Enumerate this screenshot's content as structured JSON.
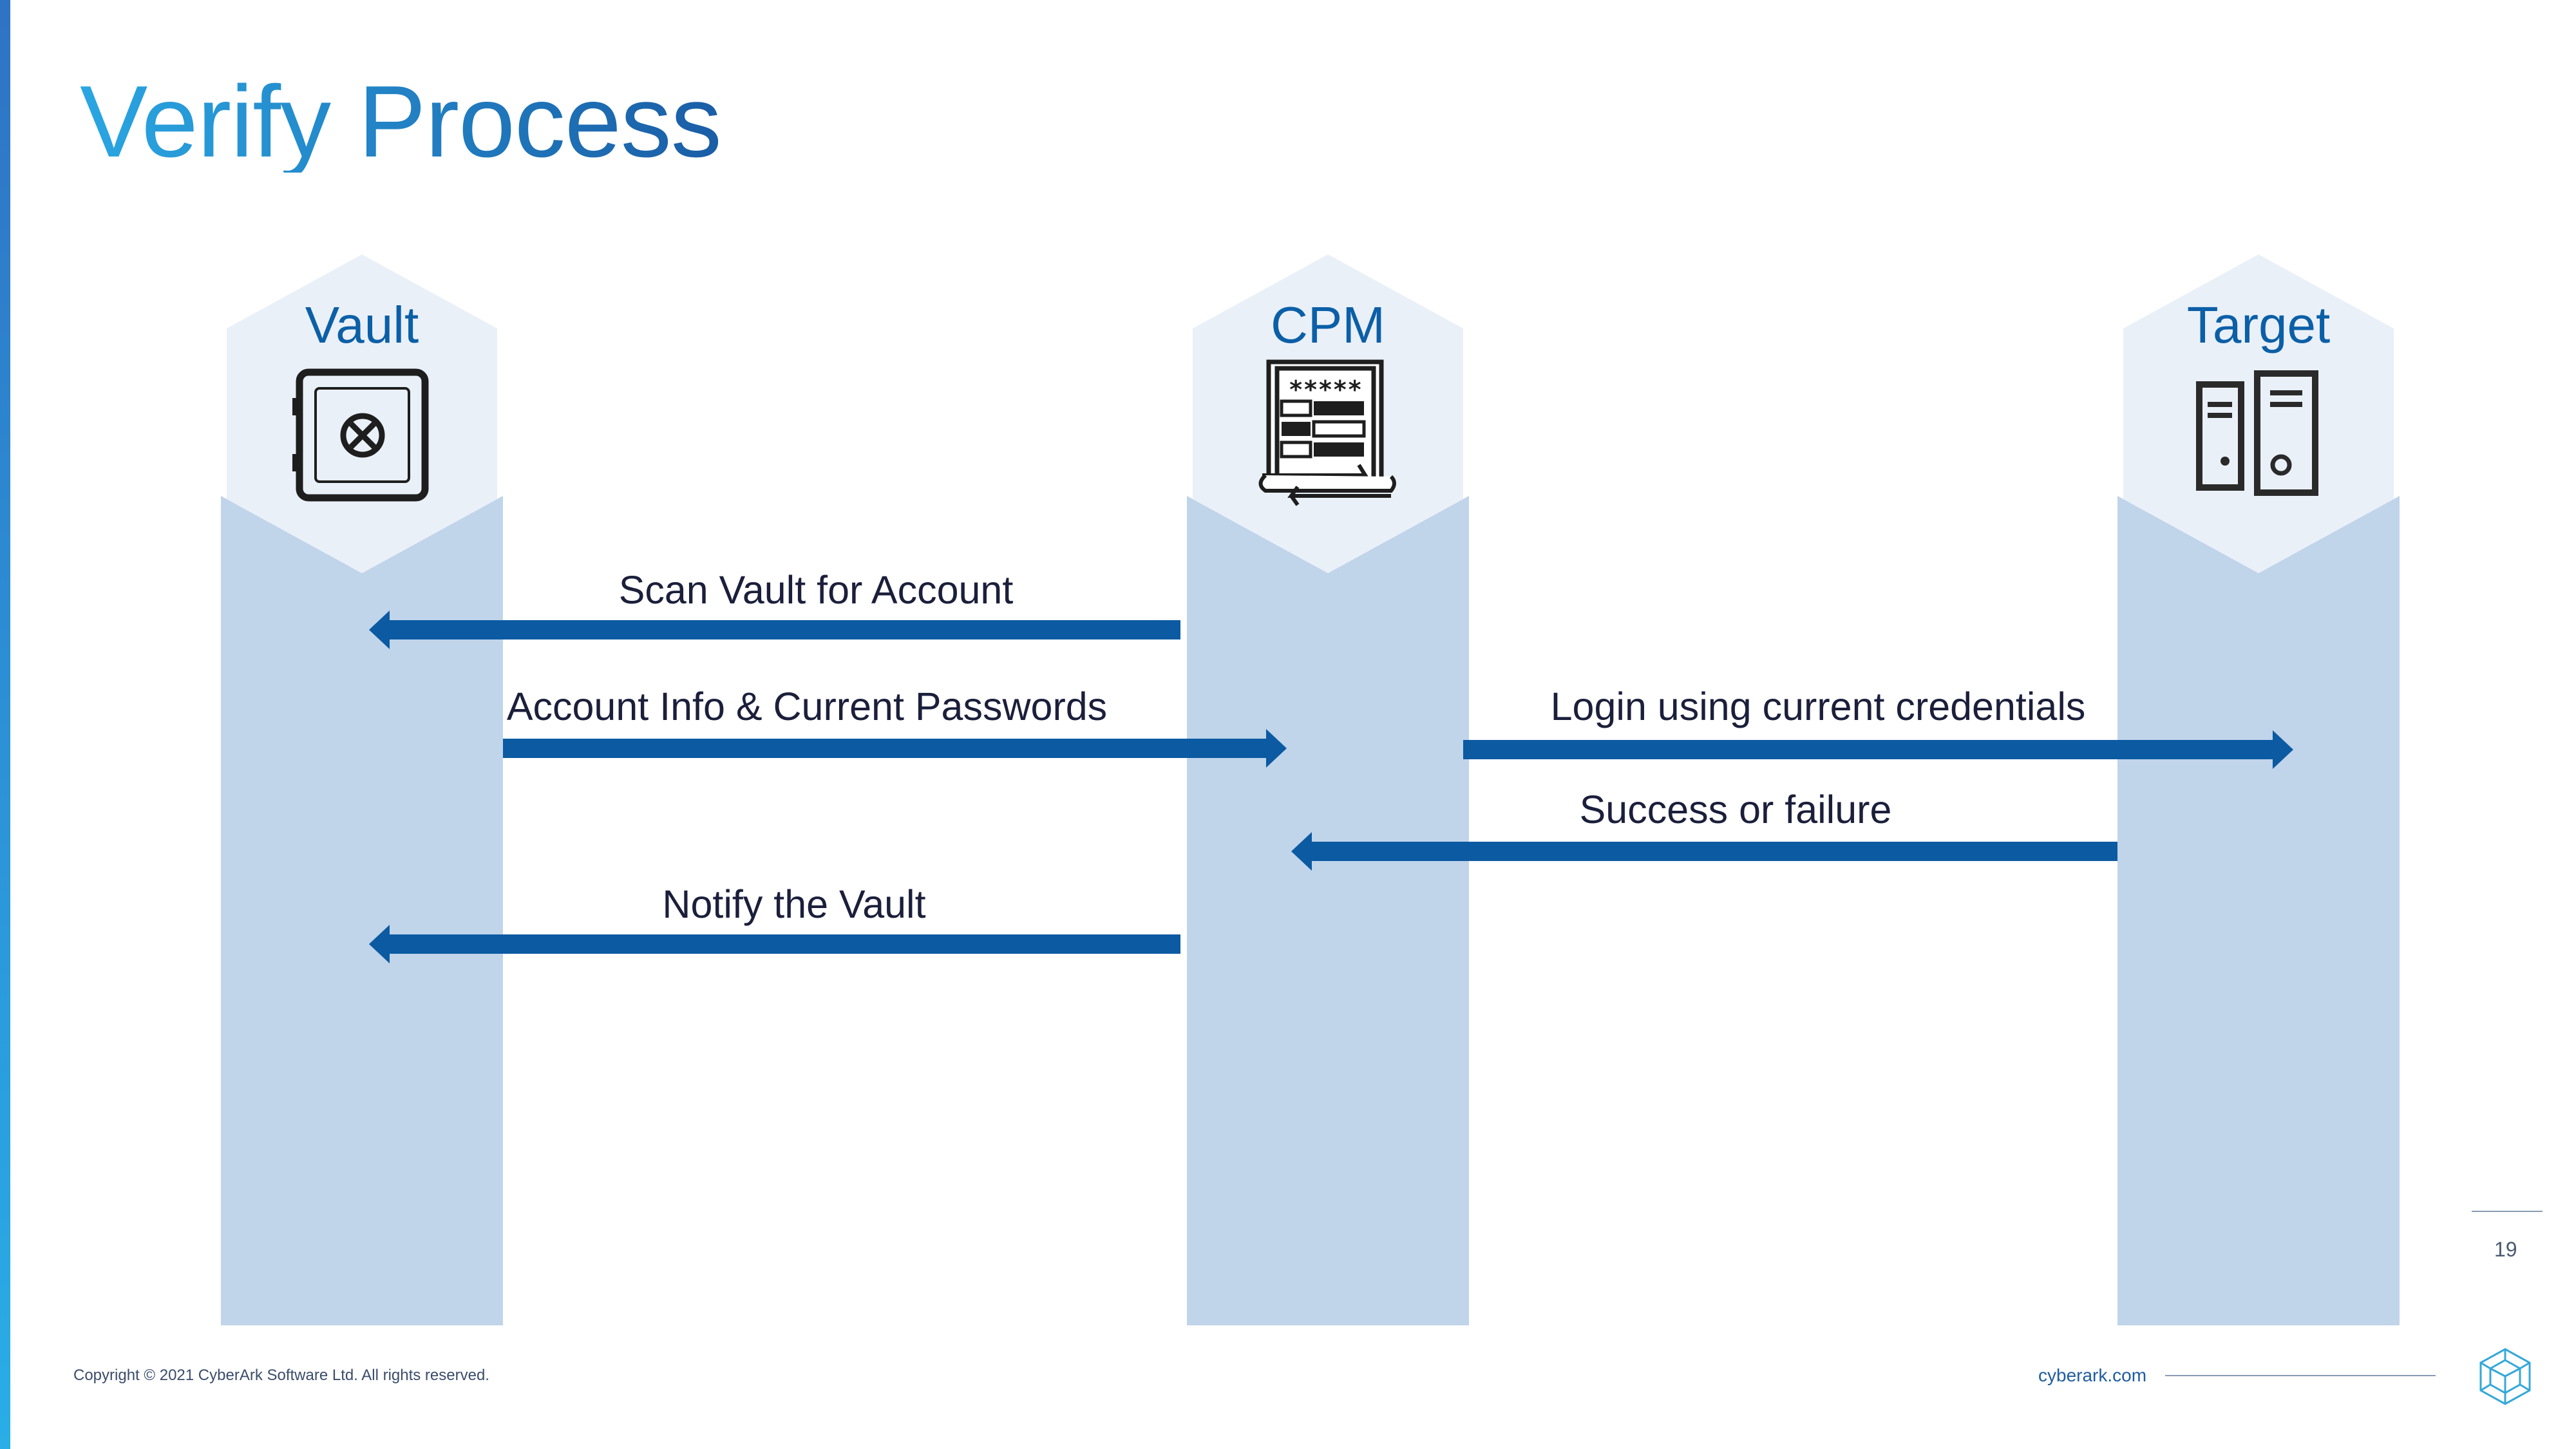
{
  "slide": {
    "title": "Verify Process",
    "page_number": "19",
    "copyright": "Copyright © 2021 CyberArk Software Ltd. All rights reserved.",
    "website": "cyberark.com"
  },
  "colors": {
    "column_fill": "#c0d4ea",
    "hexagon_fill": "#eaf0f8",
    "arrow": "#0b5aa2",
    "heading": "#0b5fa7",
    "title_gradient": [
      "#2aa6e2",
      "#1a5da6"
    ]
  },
  "lanes": [
    {
      "label": "Vault",
      "icon": "safe-icon"
    },
    {
      "label": "CPM",
      "icon": "password-form-icon"
    },
    {
      "label": "Target",
      "icon": "server-icon"
    }
  ],
  "messages": [
    {
      "label": "Scan Vault for Account",
      "from": "CPM",
      "to": "Vault"
    },
    {
      "label": "Account Info & Current Passwords",
      "from": "Vault",
      "to": "CPM"
    },
    {
      "label": "Login using current credentials",
      "from": "CPM",
      "to": "Target"
    },
    {
      "label": "Success or failure",
      "from": "Target",
      "to": "CPM"
    },
    {
      "label": "Notify the Vault",
      "from": "CPM",
      "to": "Vault"
    }
  ]
}
